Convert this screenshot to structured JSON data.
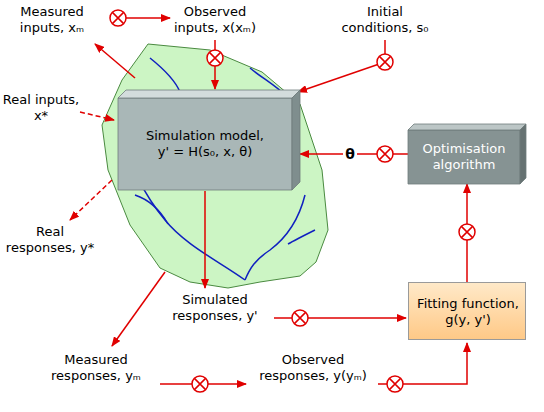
{
  "diagram": {
    "nodes": [
      {
        "text": [
          "Simulation model, y' = H(s₀, x, θ)"
        ]
      },
      {
        "text": [
          "Optimisation algorithm"
        ]
      },
      {
        "text": [
          "Fitting function, g(y, y')"
        ]
      }
    ],
    "edges": [
      {
        "from": 1,
        "to": 0,
        "arrow": "to",
        "label": "θ"
      },
      {
        "from": 2,
        "to": 1,
        "arrow": "to"
      }
    ],
    "labels": [
      "Measured inputs, xₘ",
      "Observed inputs, x(xₘ)",
      "Initial conditions, s₀",
      "Real inputs, x*",
      "Real responses, y*",
      "Simulated responses, y'",
      "Measured responses, yₘ",
      "Observed responses, y(yₘ)"
    ]
  }
}
